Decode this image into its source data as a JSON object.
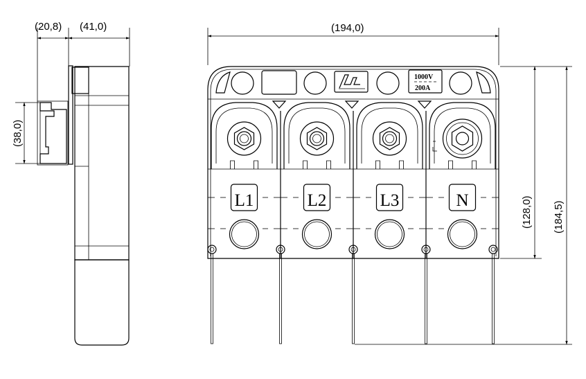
{
  "dimensions": {
    "side_depth_a": "(20,8)",
    "side_depth_b": "(41,0)",
    "side_rail": "(38,0)",
    "overall_width": "(194,0)",
    "body_height": "(128,0)",
    "overall_height": "(184,5)"
  },
  "terminals": [
    {
      "label": "L1"
    },
    {
      "label": "L2"
    },
    {
      "label": "L3"
    },
    {
      "label": "N"
    }
  ],
  "rating": {
    "voltage": "1000V",
    "current": "200A"
  },
  "logo": "brand-logo"
}
